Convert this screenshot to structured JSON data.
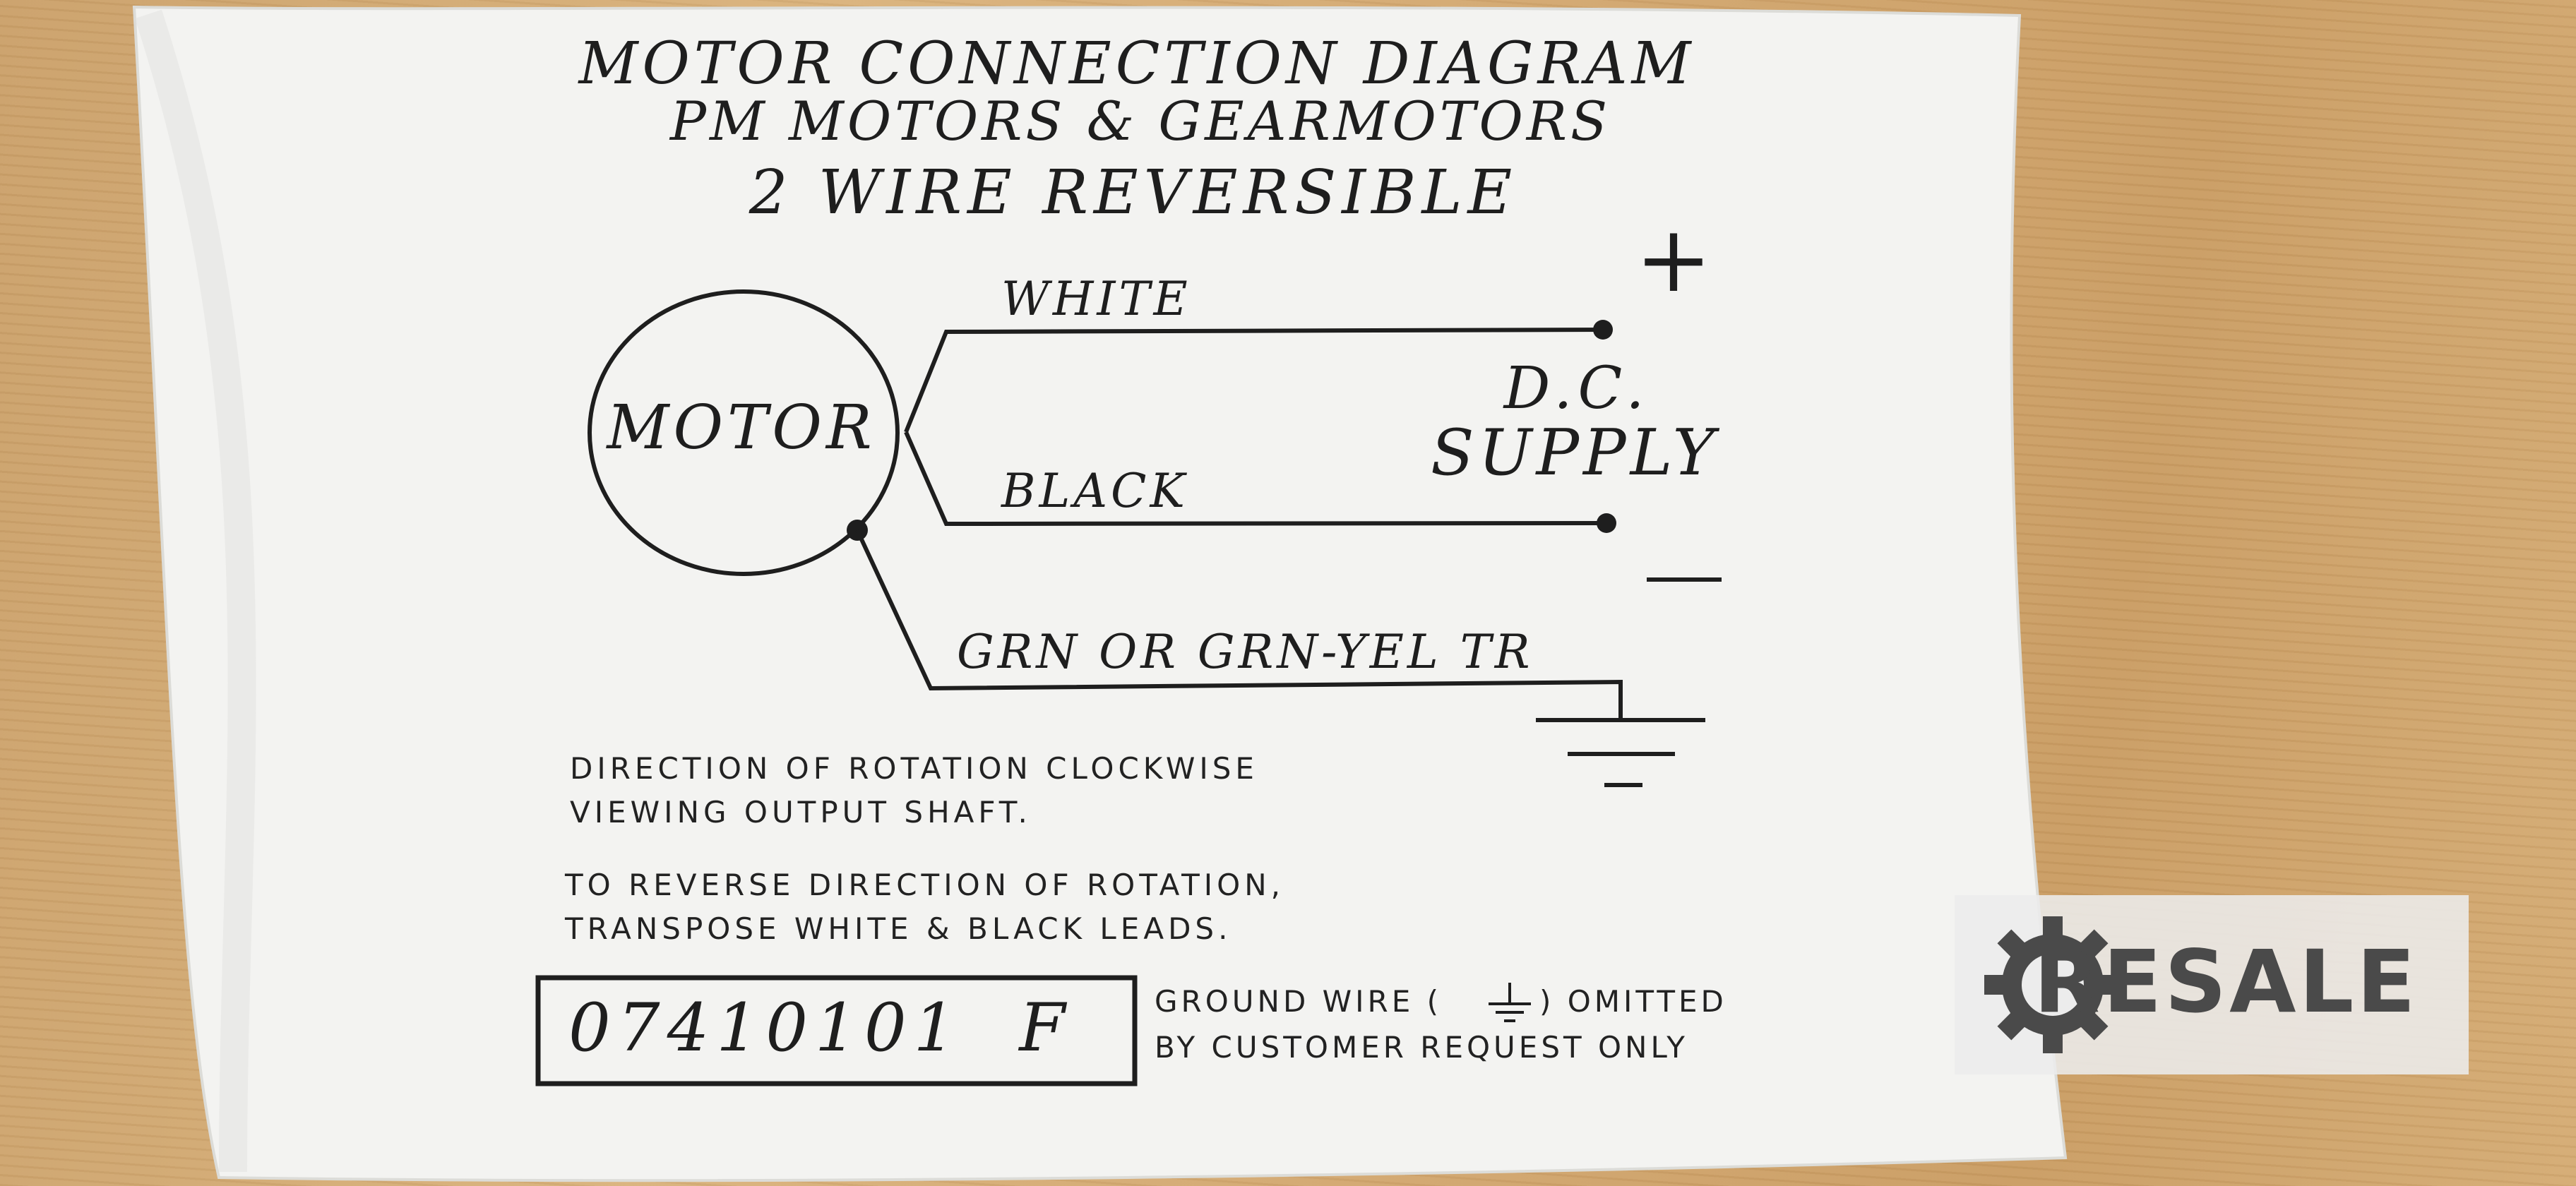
{
  "diagram": {
    "title_line1": "MOTOR CONNECTION DIAGRAM",
    "title_line2": "PM MOTORS & GEARMOTORS",
    "title_line3": "2 WIRE REVERSIBLE",
    "motor_label": "MOTOR",
    "white_wire_label": "WHITE",
    "black_wire_label": "BLACK",
    "ground_wire_label": "GRN OR GRN-YEL TR",
    "supply_line1": "D.C.",
    "supply_line2": "SUPPLY",
    "plus_symbol": "+",
    "minus_symbol": "—"
  },
  "notes": {
    "rotation_line1": "DIRECTION OF ROTATION CLOCKWISE",
    "rotation_line2": "VIEWING OUTPUT SHAFT.",
    "reverse_line1": "TO REVERSE DIRECTION OF ROTATION,",
    "reverse_line2": "TRANSPOSE WHITE & BLACK LEADS.",
    "part_number": "07410101  F",
    "omitted_line1_a": "GROUND WIRE (",
    "omitted_line1_b": ") OMITTED",
    "omitted_line2": "BY CUSTOMER REQUEST ONLY"
  },
  "watermark": {
    "text": "RESALE",
    "icon": "gear-icon",
    "color": "#4a4a4a"
  },
  "colors": {
    "paper": "#f4f4f2",
    "ink": "#1e1e1e",
    "table": "#d2a770"
  }
}
